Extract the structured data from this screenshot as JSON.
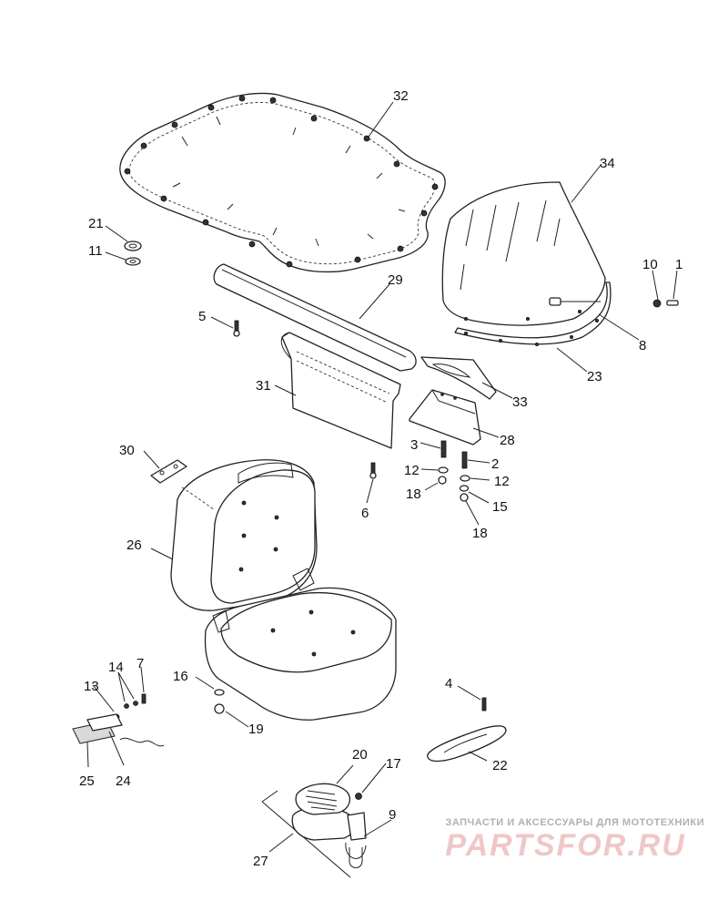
{
  "callouts": {
    "n1": "1",
    "n2": "2",
    "n3": "3",
    "n4": "4",
    "n5": "5",
    "n6": "6",
    "n7": "7",
    "n8": "8",
    "n9": "9",
    "n10": "10",
    "n11": "11",
    "n12a": "12",
    "n12b": "12",
    "n13": "13",
    "n14": "14",
    "n15": "15",
    "n16": "16",
    "n17": "17",
    "n18a": "18",
    "n18b": "18",
    "n19": "19",
    "n20": "20",
    "n21": "21",
    "n22": "22",
    "n23": "23",
    "n24": "24",
    "n25": "25",
    "n26": "26",
    "n27": "27",
    "n28": "28",
    "n29": "29",
    "n30": "30",
    "n31": "31",
    "n32": "32",
    "n33": "33",
    "n34": "34"
  },
  "watermark": {
    "tagline": "ЗАПЧАСТИ И АКСЕССУАРЫ ДЛЯ МОТОТЕХНИКИ",
    "brand": "PARTSFOR.RU"
  }
}
